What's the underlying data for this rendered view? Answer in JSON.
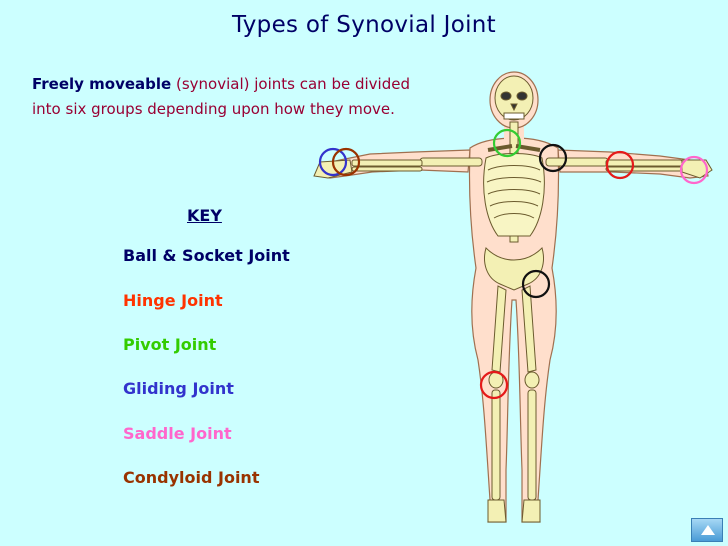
{
  "title": "Types of Synovial Joint",
  "intro": {
    "bold": "Freely moveable",
    "rest": " (synovial) joints can be divided into six groups depending upon how they move."
  },
  "key": {
    "title": "KEY",
    "items": [
      {
        "label": "Ball & Socket Joint",
        "color": "#000066"
      },
      {
        "label": "Hinge Joint",
        "color": "#ff3300"
      },
      {
        "label": "Pivot Joint",
        "color": "#33cc00"
      },
      {
        "label": "Gliding Joint",
        "color": "#3333cc"
      },
      {
        "label": "Saddle Joint",
        "color": "#ff66cc"
      },
      {
        "label": "Condyloid Joint",
        "color": "#993300"
      }
    ]
  },
  "colors": {
    "background": "#ccffff",
    "body": "#ffdfcc",
    "bone": "#f3f0b4",
    "ball_socket": "#111111",
    "hinge": "#e51a1a",
    "pivot": "#33cc33",
    "gliding": "#3333cc",
    "saddle": "#ff66cc",
    "condyloid": "#993300"
  },
  "icons": {
    "nav_button": "next-slide-arrow-icon"
  }
}
